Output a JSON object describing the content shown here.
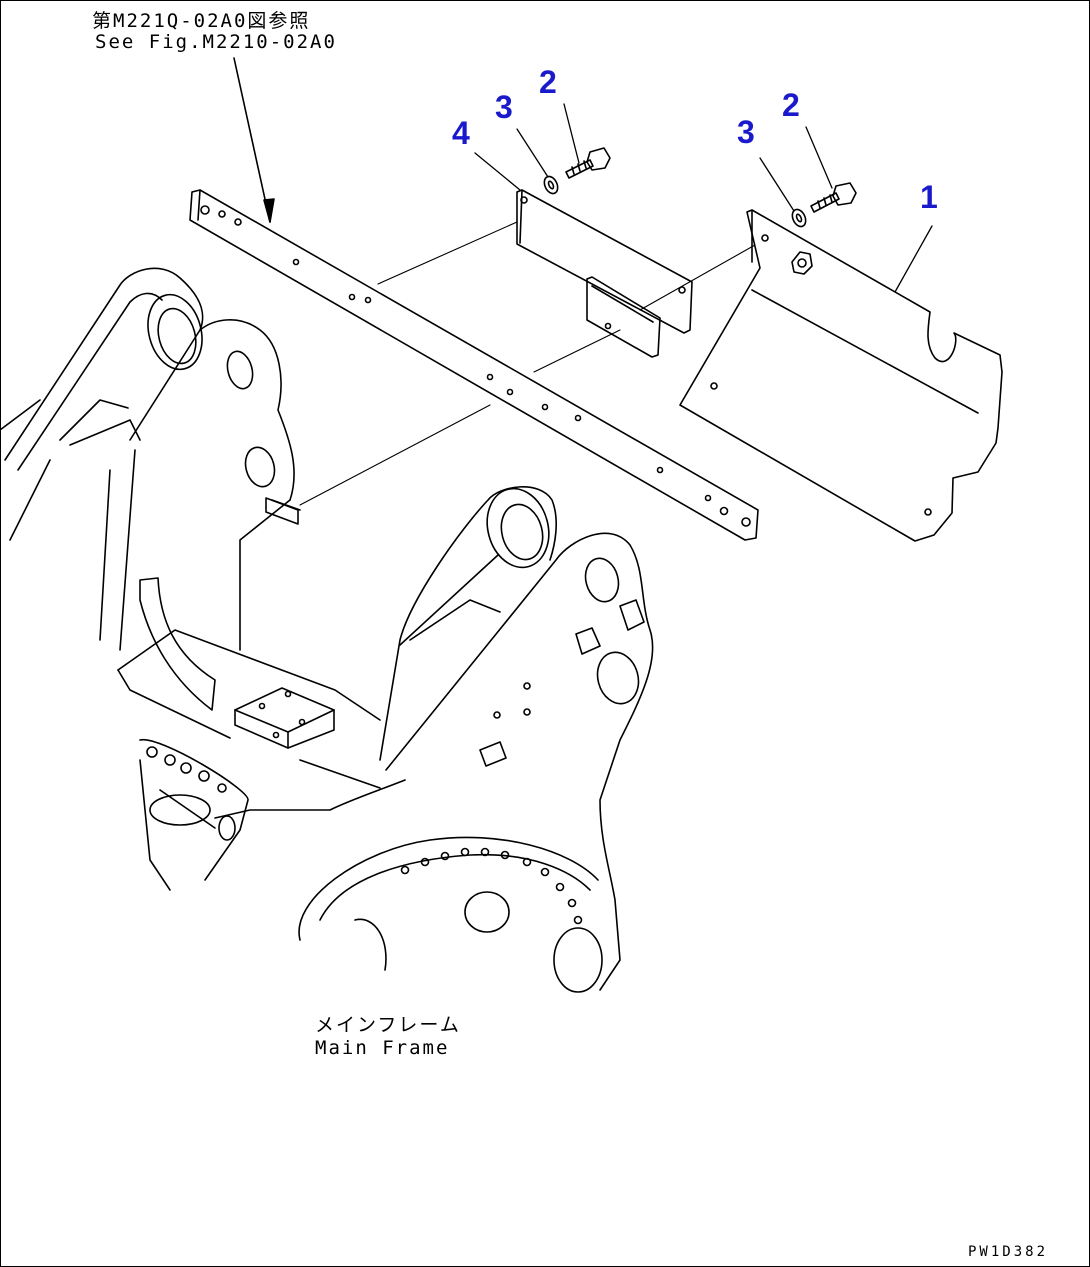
{
  "reference": {
    "japanese": "第M221Q-02A0図参照",
    "english": "See Fig.M2210-02A0"
  },
  "main_frame": {
    "japanese": "メインフレーム",
    "english": "Main Frame"
  },
  "figure_id": "PW1D382",
  "callouts": {
    "part1": "1",
    "part2_left": "2",
    "part3_left": "3",
    "part4": "4",
    "part2_right": "2",
    "part3_right": "3"
  },
  "colors": {
    "callout": "#1a1acc",
    "line": "#000000",
    "background": "#ffffff"
  }
}
